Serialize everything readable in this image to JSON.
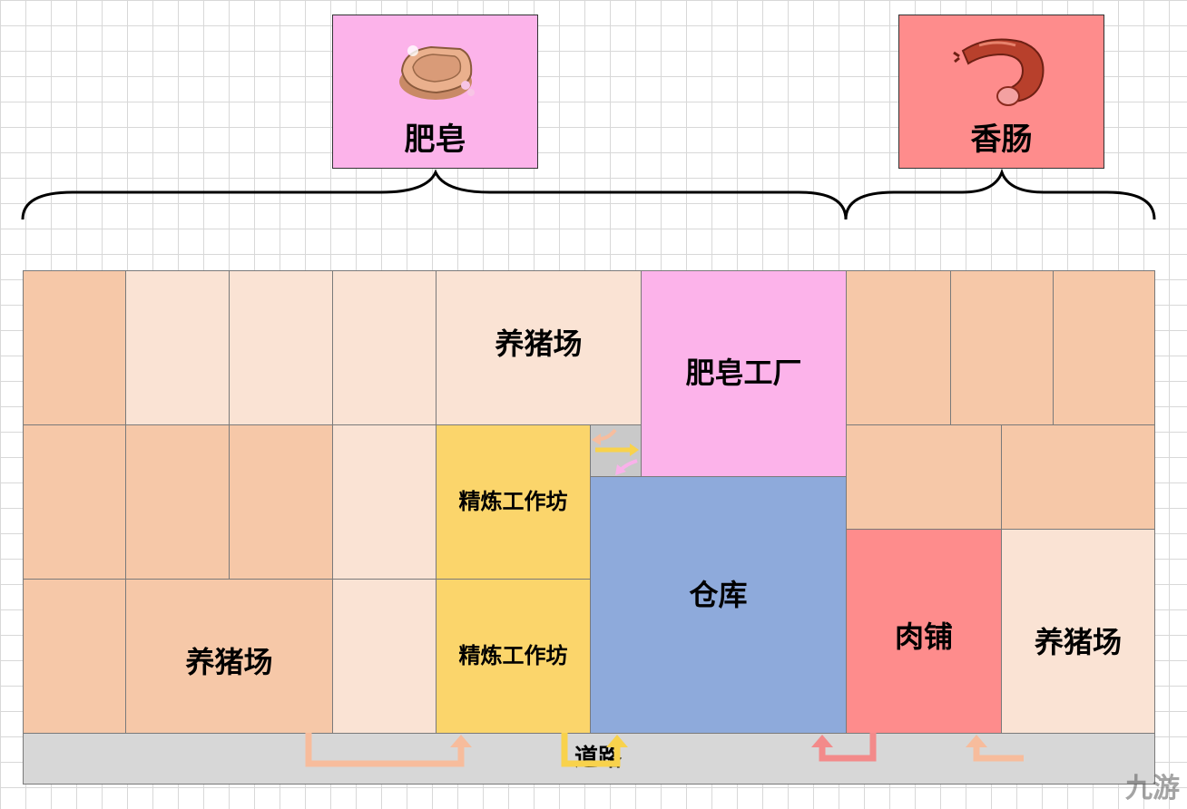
{
  "products": {
    "soap": {
      "label": "肥皂",
      "color": "#fcb3ea",
      "icon": "soap-bar-icon"
    },
    "sausage": {
      "label": "香肠",
      "color": "#fe8c8c",
      "icon": "sausage-icon"
    }
  },
  "buildings": {
    "pig_farm": "养猪场",
    "soap_factory": "肥皂工厂",
    "refinery_workshop": "精炼工作坊",
    "warehouse": "仓库",
    "butcher_shop": "肉铺",
    "road": "道路"
  },
  "arrow_colors": {
    "from_pig_farm": "#f7bc9c",
    "from_workshop": "#f8d24c",
    "from_butcher": "#f38a8a",
    "to_soap_factory": "#f7bd9e",
    "from_soap_factory": "#f9b1ea"
  },
  "watermark": "九游"
}
